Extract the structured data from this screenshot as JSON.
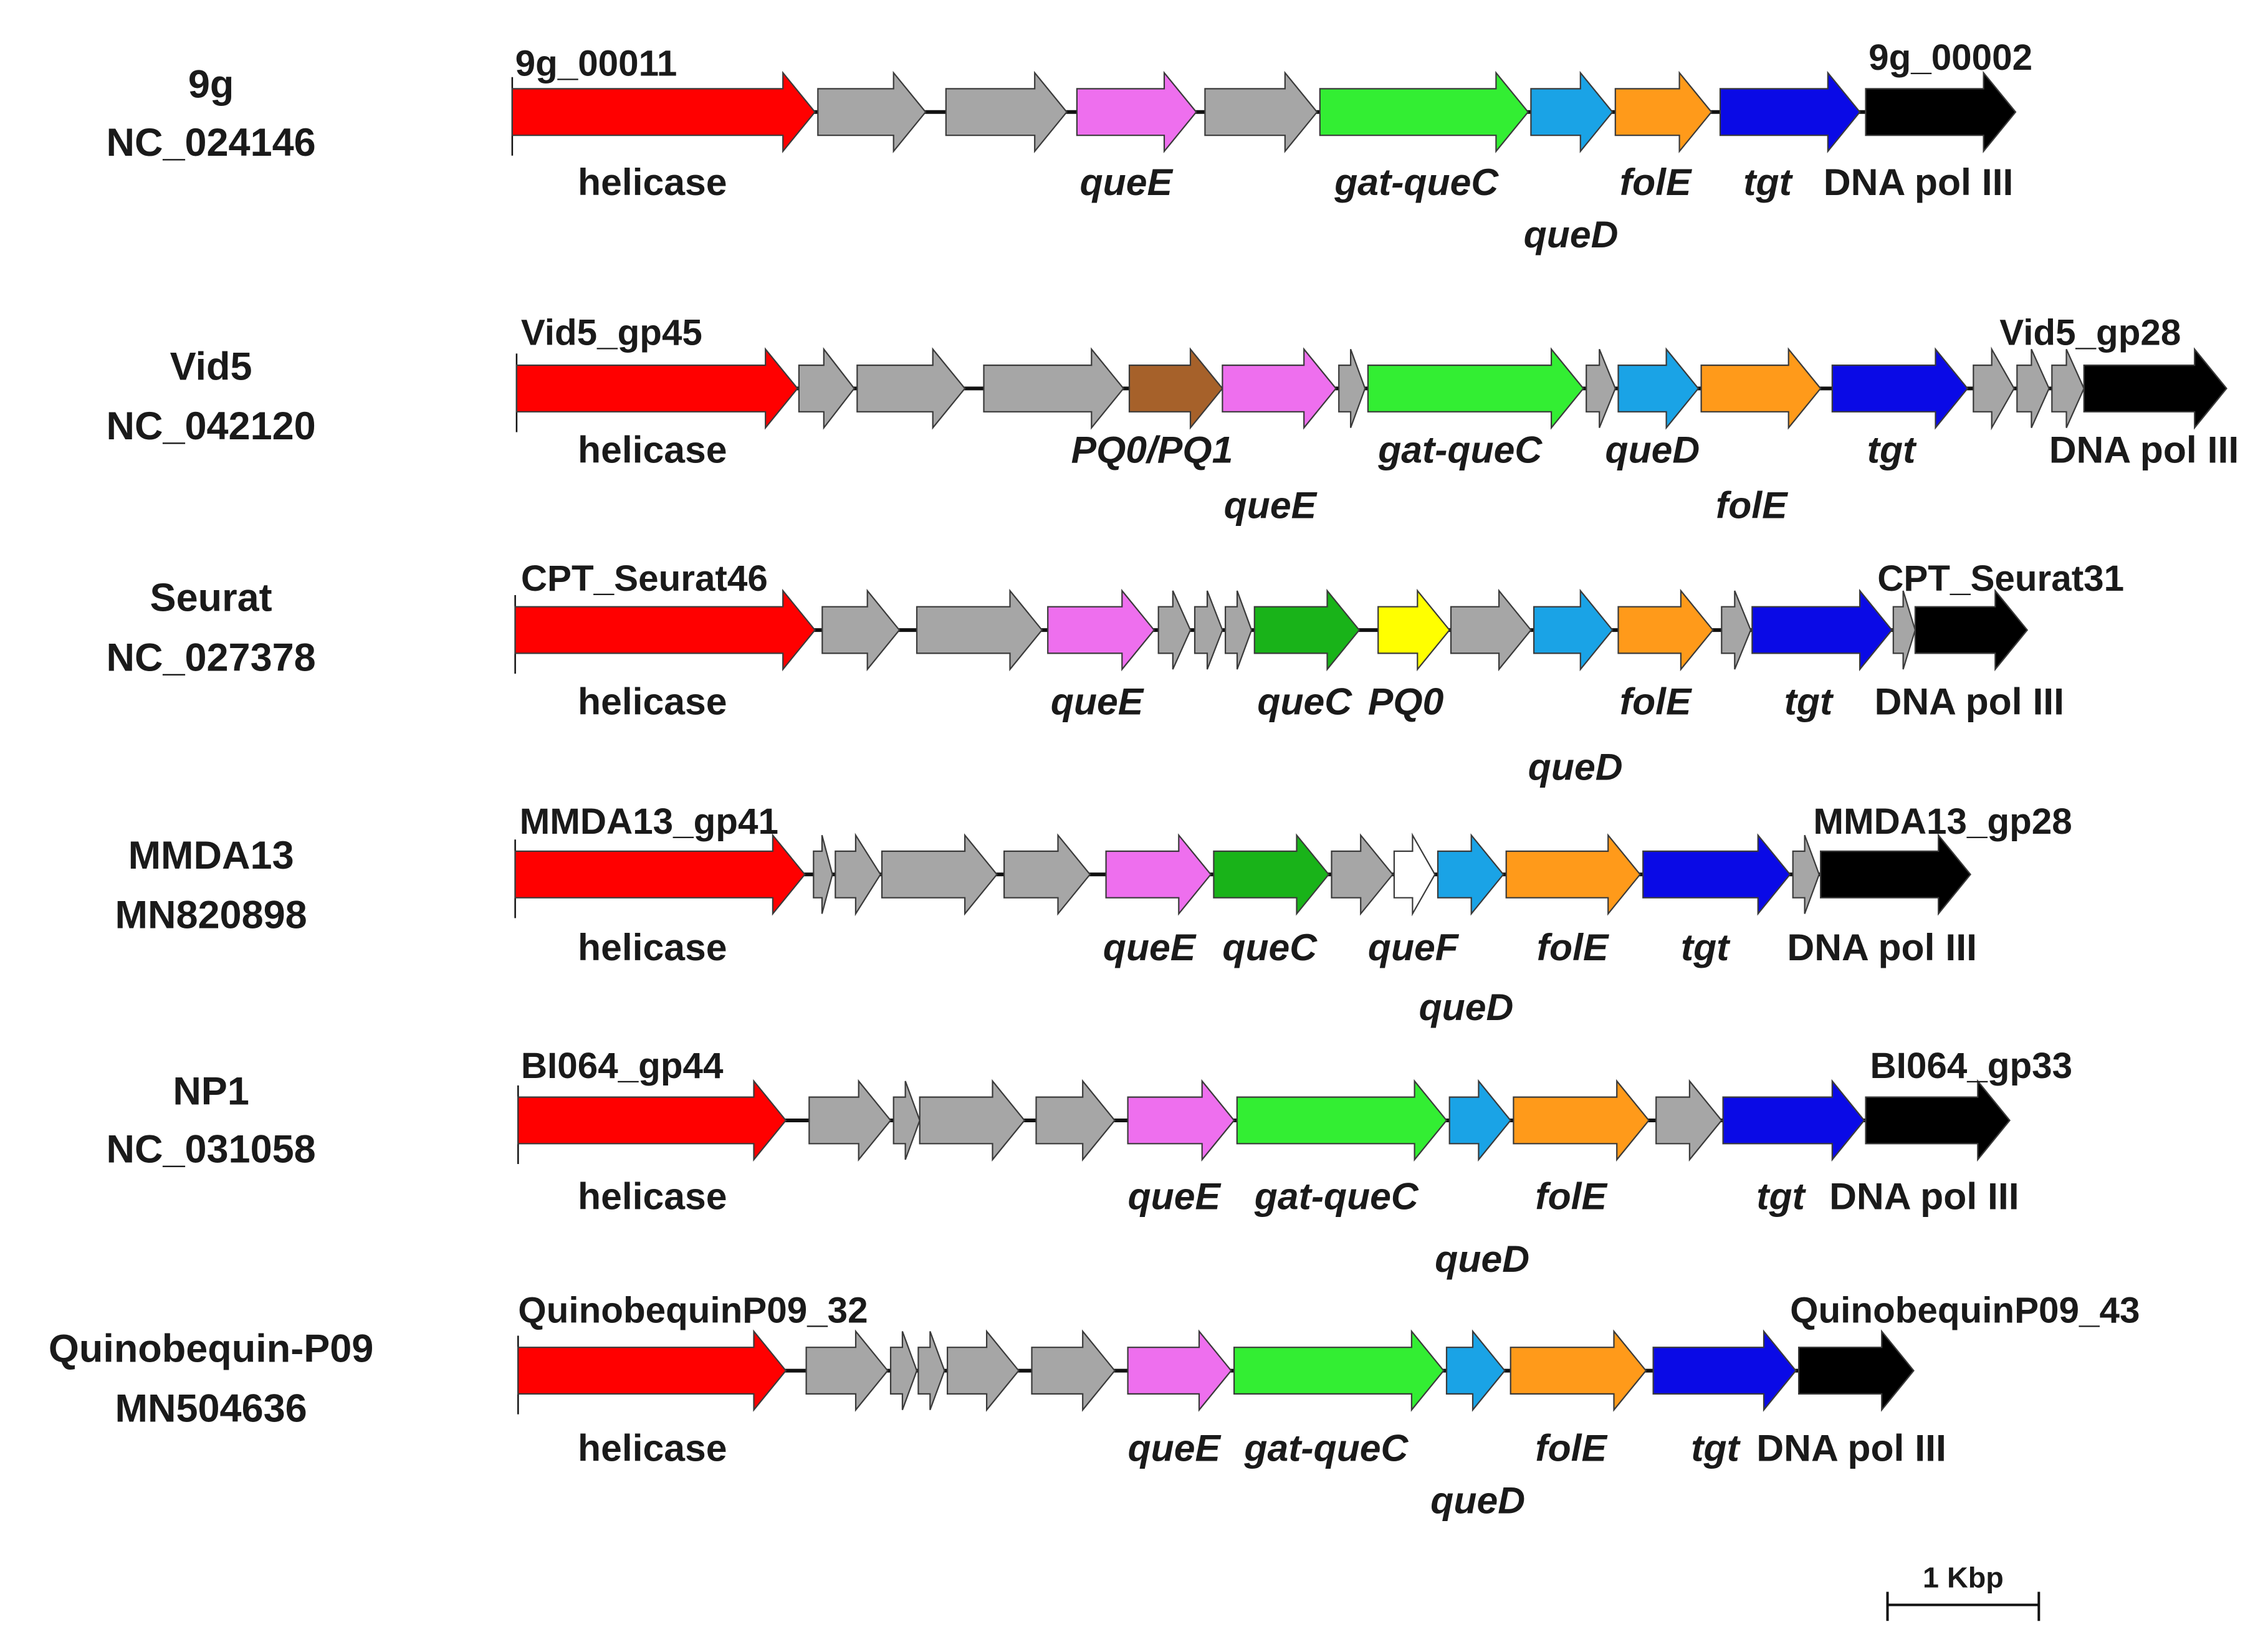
{
  "legend_colors": {
    "helicase": "#ff0000",
    "hypothetical": "#a6a6a6",
    "queE": "#ee6fee",
    "gat-queC": "#33ee33",
    "queC": "#19b319",
    "queD": "#1aa3e6",
    "folE": "#ff9a1a",
    "tgt": "#0a0ae6",
    "DNA pol III": "#000000",
    "PQ0/PQ1": "#a6612a",
    "PQ0": "#ffff00",
    "queF": "#ffffff"
  },
  "rows": [
    {
      "name": "9g",
      "accession": "NC_024146",
      "start_tag": "9g_00011",
      "end_tag": "9g_00002",
      "labels": [
        {
          "text": "helicase",
          "italic": false
        },
        {
          "text": "queE",
          "italic": true
        },
        {
          "text": "gat-queC",
          "italic": true
        },
        {
          "text": "folE",
          "italic": true
        },
        {
          "text": "tgt",
          "italic": true
        },
        {
          "text": "DNA pol III",
          "italic": false
        },
        {
          "text": "queD",
          "italic": true
        }
      ]
    },
    {
      "name": "Vid5",
      "accession": "NC_042120",
      "start_tag": "Vid5_gp45",
      "end_tag": "Vid5_gp28",
      "labels": [
        {
          "text": "helicase",
          "italic": false
        },
        {
          "text": "PQ0/PQ1",
          "italic": true
        },
        {
          "text": "gat-queC",
          "italic": true
        },
        {
          "text": "queD",
          "italic": true
        },
        {
          "text": "tgt",
          "italic": true
        },
        {
          "text": "DNA pol III",
          "italic": false
        },
        {
          "text": "queE",
          "italic": true
        },
        {
          "text": "folE",
          "italic": true
        }
      ]
    },
    {
      "name": "Seurat",
      "accession": "NC_027378",
      "start_tag": "CPT_Seurat46",
      "end_tag": "CPT_Seurat31",
      "labels": [
        {
          "text": "helicase",
          "italic": false
        },
        {
          "text": "queE",
          "italic": true
        },
        {
          "text": "queC",
          "italic": true
        },
        {
          "text": "PQ0",
          "italic": true
        },
        {
          "text": "folE",
          "italic": true
        },
        {
          "text": "tgt",
          "italic": true
        },
        {
          "text": "DNA pol III",
          "italic": false
        },
        {
          "text": "queD",
          "italic": true
        }
      ]
    },
    {
      "name": "MMDA13",
      "accession": "MN820898",
      "start_tag": "MMDA13_gp41",
      "end_tag": "MMDA13_gp28",
      "labels": [
        {
          "text": "helicase",
          "italic": false
        },
        {
          "text": "queE",
          "italic": true
        },
        {
          "text": "queC",
          "italic": true
        },
        {
          "text": "queF",
          "italic": true
        },
        {
          "text": "folE",
          "italic": true
        },
        {
          "text": "tgt",
          "italic": true
        },
        {
          "text": "DNA pol III",
          "italic": false
        },
        {
          "text": "queD",
          "italic": true
        }
      ]
    },
    {
      "name": "NP1",
      "accession": "NC_031058",
      "start_tag": "BI064_gp44",
      "end_tag": "BI064_gp33",
      "labels": [
        {
          "text": "helicase",
          "italic": false
        },
        {
          "text": "queE",
          "italic": true
        },
        {
          "text": "gat-queC",
          "italic": true
        },
        {
          "text": "folE",
          "italic": true
        },
        {
          "text": "tgt",
          "italic": true
        },
        {
          "text": "DNA pol III",
          "italic": false
        },
        {
          "text": "queD",
          "italic": true
        }
      ]
    },
    {
      "name": "Quinobequin-P09",
      "accession": "MN504636",
      "start_tag": "QuinobequinP09_32",
      "end_tag": "QuinobequinP09_43",
      "labels": [
        {
          "text": "helicase",
          "italic": false
        },
        {
          "text": "queE",
          "italic": true
        },
        {
          "text": "gat-queC",
          "italic": true
        },
        {
          "text": "folE",
          "italic": true
        },
        {
          "text": "tgt",
          "italic": true
        },
        {
          "text": "DNA pol III",
          "italic": false
        },
        {
          "text": "queD",
          "italic": true
        }
      ]
    }
  ],
  "scale_bar": {
    "label": "1 Kbp"
  }
}
